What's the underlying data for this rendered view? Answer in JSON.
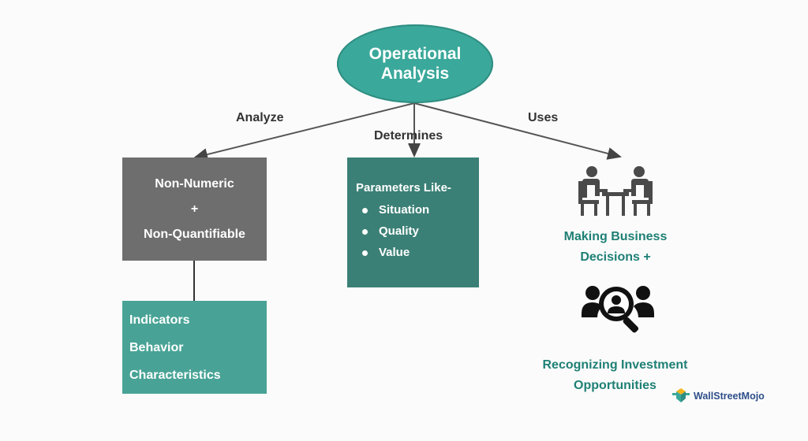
{
  "root": {
    "line1": "Operational",
    "line2": "Analysis"
  },
  "edges": {
    "left": "Analyze",
    "middle": "Determines",
    "right": "Uses"
  },
  "left_box": {
    "line1": "Non-Numeric",
    "line2": "+",
    "line3": "Non-Quantifiable"
  },
  "indicators": [
    "Indicators",
    "Behavior",
    "Characteristics"
  ],
  "middle_box": {
    "label": "Parameters Like-",
    "items": [
      "Situation",
      "Quality",
      "Value"
    ]
  },
  "right": {
    "decisions_line1": "Making Business",
    "decisions_line2": "Decisions +",
    "investment_line1": "Recognizing Investment",
    "investment_line2": "Opportunities"
  },
  "icons": {
    "meeting": "business-meeting-icon",
    "search": "people-search-icon",
    "logo": "wallstreetmojo-logo"
  },
  "logo": {
    "text": "WallStreetMojo"
  },
  "colors": {
    "root": "#3aa89a",
    "gray_box": "#6e6e6e",
    "teal_box": "#48a396",
    "dark_teal_box": "#3b8076",
    "teal_text": "#1f8075",
    "icon": "#4a4a4a"
  }
}
